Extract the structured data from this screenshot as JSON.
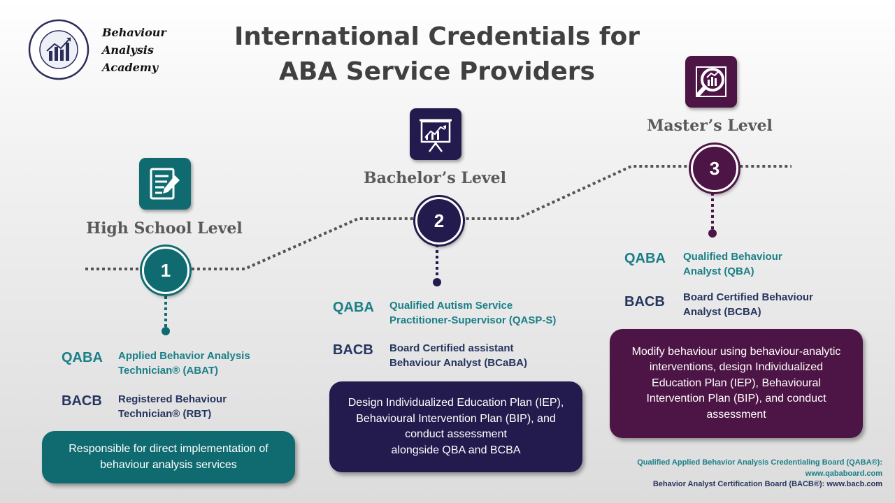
{
  "brand": {
    "name_lines": [
      "Behaviour",
      "Analysis",
      "Academy"
    ]
  },
  "title_lines": [
    "International Credentials for",
    "ABA Service Providers"
  ],
  "levels": [
    {
      "label": "High School Level",
      "number": "1",
      "credentials": [
        {
          "org": "QABA",
          "text_lines": [
            "Applied Behavior Analysis",
            "Technician® (ABAT)"
          ]
        },
        {
          "org": "BACB",
          "text_lines": [
            "Registered Behaviour",
            "Technician® (RBT)"
          ]
        }
      ],
      "description_lines": [
        "Responsible for direct implementation of",
        "behaviour analysis services"
      ]
    },
    {
      "label": "Bachelor’s Level",
      "number": "2",
      "credentials": [
        {
          "org": "QABA",
          "text_lines": [
            "Qualified Autism Service",
            "Practitioner-Supervisor (QASP-S)"
          ]
        },
        {
          "org": "BACB",
          "text_lines": [
            "Board Certified assistant",
            "Behaviour Analyst (BCaBA)"
          ]
        }
      ],
      "description_lines": [
        "Design Individualized Education Plan (IEP),",
        "Behavioural Intervention Plan (BIP), and",
        "conduct assessment",
        "alongside QBA and BCBA"
      ]
    },
    {
      "label": "Master’s Level",
      "number": "3",
      "credentials": [
        {
          "org": "QABA",
          "text_lines": [
            "Qualified Behaviour",
            "Analyst (QBA)"
          ]
        },
        {
          "org": "BACB",
          "text_lines": [
            "Board Certified Behaviour",
            "Analyst (BCBA)"
          ]
        }
      ],
      "description_lines": [
        "Modify behaviour using behaviour-analytic",
        "interventions, design Individualized",
        "Education Plan (IEP), Behavioural",
        "Intervention Plan (BIP), and conduct",
        "assessment"
      ]
    }
  ],
  "footer": {
    "qaba_lines": [
      "Qualified Applied Behavior Analysis Credentialing Board (QABA®):",
      "www.qababoard.com"
    ],
    "bacb_line": "Behavior Analyst Certification Board (BACB®): www.bacb.com"
  },
  "colors": {
    "teal": "#106b70",
    "navy": "#231b4d",
    "plum": "#4d1545",
    "qaba_text": "#1a7f86",
    "bacb_text": "#26355e"
  },
  "icons": {
    "level1": "document-edit-icon",
    "level2": "presentation-chart-icon",
    "level3": "magnifier-chart-icon"
  }
}
